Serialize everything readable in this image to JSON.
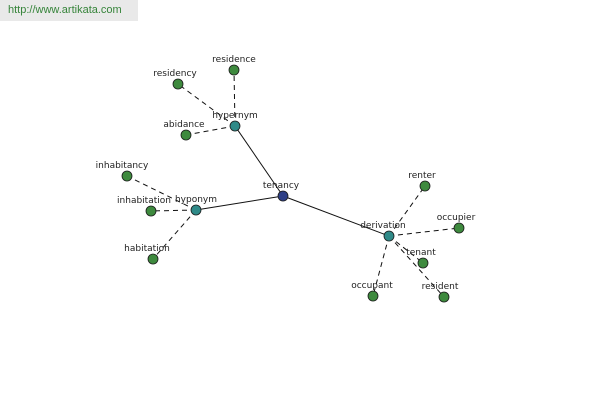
{
  "watermark": "http://www.artikata.com",
  "colors": {
    "center_node": "#2e3f86",
    "relation_node": "#2f8a88",
    "leaf_node": "#3e8a3e",
    "edge": "#111111",
    "watermark_text": "#36843a",
    "watermark_bg": "#e9e9e9"
  },
  "graph": {
    "center": {
      "id": "tenancy",
      "label": "tenancy"
    },
    "relations": [
      {
        "id": "hypernym",
        "label": "hypernym",
        "terms": [
          {
            "id": "residence",
            "label": "residence"
          },
          {
            "id": "residency",
            "label": "residency"
          },
          {
            "id": "abidance",
            "label": "abidance"
          }
        ]
      },
      {
        "id": "hyponym",
        "label": "hyponym",
        "terms": [
          {
            "id": "inhabitancy",
            "label": "inhabitancy"
          },
          {
            "id": "inhabitation",
            "label": "inhabitation"
          },
          {
            "id": "habitation",
            "label": "habitation"
          }
        ]
      },
      {
        "id": "derivation",
        "label": "derivation",
        "terms": [
          {
            "id": "renter",
            "label": "renter"
          },
          {
            "id": "occupier",
            "label": "occupier"
          },
          {
            "id": "tenant",
            "label": "tenant"
          },
          {
            "id": "resident",
            "label": "resident"
          },
          {
            "id": "occupant",
            "label": "occupant"
          }
        ]
      }
    ]
  }
}
